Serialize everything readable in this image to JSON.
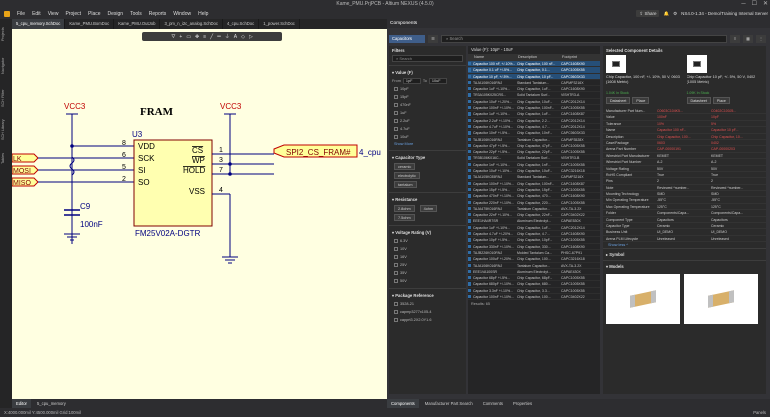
{
  "window": {
    "title": "Kame_PMU.PrjPCB - Altium NEXUS (4.5.0)",
    "minimize": "─",
    "maximize": "☐",
    "close": "✕"
  },
  "menu": {
    "items": [
      "File",
      "Edit",
      "View",
      "Project",
      "Place",
      "Design",
      "Tools",
      "Reports",
      "Window",
      "Help"
    ],
    "share": "Share",
    "user": "NS4.0-1.34 - Demo/Training Internal Server"
  },
  "doc_tabs": [
    "5_cpu_memory.SchDoc",
    "Kame_PMU.BomDoc",
    "Kame_PMU.OutJob",
    "3_pm_n_i2c_analog.SchDoc",
    "4_cpu.SchDoc",
    "1_power.SchDoc"
  ],
  "left_tabs": [
    "Projects",
    "Navigator",
    "SCH Filter",
    "SCH Library",
    "Tables"
  ],
  "schematic": {
    "refdes": "U3",
    "part_title": "FRAM",
    "part_number": "FM25V02A-DGTR",
    "pins_left": [
      {
        "num": "8",
        "name": "VDD"
      },
      {
        "num": "6",
        "name": "SCK"
      },
      {
        "num": "5",
        "name": "SI"
      },
      {
        "num": "2",
        "name": "SO"
      }
    ],
    "pins_right": [
      {
        "num": "1",
        "name": "CS"
      },
      {
        "num": "3",
        "name": "WP"
      },
      {
        "num": "7",
        "name": "HOLD"
      },
      {
        "num": "4",
        "name": "VSS"
      }
    ],
    "vcc_left": "VCC3",
    "vcc_right": "VCC3",
    "net_port": "SPI2_CS_FRAM#",
    "net_port_tail": "4_cpu",
    "left_nets": [
      "LK",
      "MOSI",
      "MISO"
    ],
    "cap_ref": "C9",
    "cap_value": "100nF"
  },
  "editor_tabs": [
    "Editor",
    "5_cpu_memory"
  ],
  "status": {
    "coords": "X:4000.000mil Y:4500.000mil   Grid:100mil",
    "panels": "Panels"
  },
  "components": {
    "panel_title": "Components",
    "library": "Capacitors",
    "search_placeholder": "Search",
    "filters": {
      "title": "Filters",
      "search_placeholder": "Search",
      "value_header": "Value (F)",
      "from_label": "From",
      "from": "1pF",
      "to_label": "To",
      "to": "10uF",
      "values": [
        "10pF",
        "15pF",
        "470nF",
        "1uF",
        "2.2uF",
        "4.7uF",
        "10uF"
      ],
      "show_more": "Show More",
      "cap_type_header": "Capacitor Type",
      "cap_types": [
        "ceramic",
        "electrolytic",
        "tantalum"
      ],
      "resistance_header": "Resistance",
      "resistances": [
        "2.8ohm",
        "4ohm",
        "7.5ohm"
      ],
      "voltage_header": "Voltage Rating (V)",
      "voltages": [
        "6.3V",
        "10V",
        "16V",
        "25V",
        "35V",
        "50V"
      ],
      "package_header": "Package Reference",
      "packages": [
        "3528-21",
        "capmp3277x105-4",
        "capprt3.2X2.0Y1.6"
      ]
    },
    "results": {
      "header": "Value (F): 10pF - 10uF",
      "columns": [
        "Name",
        "Description",
        "Footprint"
      ],
      "rows": [
        [
          "Capacitor 100 nF, +/-10%...",
          "Chip Capacitor, 100 nF...",
          "CAPC1608X90"
        ],
        [
          "Capacitor 0.1 uF +/-5%...",
          "Chip Capacitor, 0.1...",
          "CAPC1005X55"
        ],
        [
          "Capacitor 10 pF, +/-5%...",
          "Chip Capacitor, 10 pF...",
          "CAPC0603X33"
        ],
        [
          "TAJA106K016RNJ",
          "Standard Tantalum...",
          "CAPMP3216X"
        ],
        [
          "Capacitor 1uF +/-10%...",
          "Chip Capacitor, 1uF...",
          "CAPC1608X90"
        ],
        [
          "TR3A105K025CRS...",
          "Solid Tantalum Surf...",
          "VISHTR3-A"
        ],
        [
          "Capacitor 10uF +/-20%...",
          "Chip Capacitor, 10uF...",
          "CAPC2012X14"
        ],
        [
          "Capacitor 100nF +/-10%...",
          "Chip Capacitor, 100nF...",
          "CAPC1005X55"
        ],
        [
          "Capacitor 1uF +/-10%...",
          "Chip Capacitor, 1uF...",
          "CAPC1608X87"
        ],
        [
          "Capacitor 2.2uF +/-10%...",
          "Chip Capacitor, 2.2...",
          "CAPC2012X14"
        ],
        [
          "Capacitor 4.7uF +/-10%...",
          "Chip Capacitor, 4.7...",
          "CAPC2012X14"
        ],
        [
          "Capacitor 10nF +/-5%...",
          "Chip Capacitor, 10nF...",
          "CAPC0603X33"
        ],
        [
          "TAJB106K016RNJ",
          "Tantalum Capacitor...",
          "CAPMP3528X"
        ],
        [
          "Capacitor 47pF +/-5%...",
          "Chip Capacitor, 47pF...",
          "CAPC1005X55"
        ],
        [
          "Capacitor 22pF +/-5%...",
          "Chip Capacitor, 22pF...",
          "CAPC1005X55"
        ],
        [
          "TR3B106K016C...",
          "Solid Tantalum Surf...",
          "VISHTR3-B"
        ],
        [
          "Capacitor 1nF +/-10%...",
          "Chip Capacitor, 1nF...",
          "CAPC1005X55"
        ],
        [
          "Capacitor 10uF +/-10%...",
          "Chip Capacitor, 10uF...",
          "CAPC3216X18"
        ],
        [
          "TAJA105K035RNJ",
          "Standard Tantalum...",
          "CAPMP3216X"
        ],
        [
          "Capacitor 100nF +/-10%...",
          "Chip Capacitor, 100nF...",
          "CAPC1608X87"
        ],
        [
          "Capacitor 15pF +/-5%...",
          "Chip Capacitor, 15pF...",
          "CAPC1005X55"
        ],
        [
          "Capacitor 470nF +/-10%...",
          "Chip Capacitor, 470...",
          "CAPC1608X90"
        ],
        [
          "Capacitor 220nF +/-10%...",
          "Chip Capacitor, 220...",
          "CAPC1005X55"
        ],
        [
          "TAJA475K016RNJ",
          "Tantalum Capacitor...",
          "AVX-TA-3.2X"
        ],
        [
          "Capacitor 22nF +/-10%...",
          "Chip Capacitor, 22nF...",
          "CAPC0402X22"
        ],
        [
          "EEE1HA4R7SR",
          "Aluminum Electrolyt...",
          "CAPAE530X"
        ],
        [
          "Capacitor 1uF +/-10%...",
          "Chip Capacitor, 1uF...",
          "CAPC2012X14"
        ],
        [
          "Capacitor 4.7uF +/-20%...",
          "Chip Capacitor, 4.7...",
          "CAPC1608X90"
        ],
        [
          "Capacitor 10pF +/-5%...",
          "Chip Capacitor, 10pF...",
          "CAPC1005X55"
        ],
        [
          "Capacitor 330nF +/-10%...",
          "Chip Capacitor, 330...",
          "CAPC1608X90"
        ],
        [
          "TAJB226K010RNJ",
          "Molded Tantalum Ca...",
          "PHSC-67P91"
        ],
        [
          "Capacitor 100uF +/-20%...",
          "Chip Capacitor, 100...",
          "CAPC3216X18"
        ],
        [
          "TAJA106K016RNJ",
          "Tantalum Capacitor...",
          "AVX-TA-3.2X"
        ],
        [
          "EEE1VA100SR",
          "Aluminum Electrolyt...",
          "CAPAE430X"
        ],
        [
          "Capacitor 68pF +/-5%...",
          "Chip Capacitor, 68pF...",
          "CAPC1005X55"
        ],
        [
          "Capacitor 680pF +/-10%...",
          "Chip Capacitor, 680...",
          "CAPC1005X55"
        ],
        [
          "Capacitor 3.3nF +/-10%...",
          "Chip Capacitor, 3.3...",
          "CAPC1005X55"
        ],
        [
          "Capacitor 100nF +/-10%...",
          "Chip Capacitor, 100...",
          "CAPC0402X22"
        ]
      ],
      "count": "Results: 65"
    },
    "details": {
      "title": "Selected Component Details",
      "cards": [
        {
          "name": "Chip Capacitor, 100 nF, +/- 10%, 50 V, 0603 (1608 Metric)",
          "stock": "1.04K In Stock",
          "btn1": "Datasheet",
          "btn2": "Place"
        },
        {
          "name": "Chip Capacitor 10 pF, +/- 5%, 50 V, 0402 (1005 Metric)",
          "stock": "1.09K In Stock",
          "btn1": "Datasheet",
          "btn2": "Place"
        }
      ],
      "params": [
        [
          "Manufacturer Part Num...",
          "C0603C104K5...",
          "C0402C100J5..."
        ],
        [
          "Value",
          "100nF",
          "10pF"
        ],
        [
          "Tolerance",
          "10%",
          "5%"
        ],
        [
          "Name",
          "Capacitor 100 nF...",
          "Capacitor 10 pF..."
        ],
        [
          "Description",
          "Chip Capacitor, 100...",
          "Chip Capacitor, 10..."
        ],
        [
          "Case/Package",
          "0603",
          "0402"
        ],
        [
          "Arena Part Number",
          "CAP-00000191",
          "CAP-00000203"
        ],
        [
          "Wirestrict Part Manufacturer",
          "KEMET",
          "KEMET"
        ],
        [
          "Wirestrict Part Number",
          "A-2",
          "A-2"
        ],
        [
          "Voltage Rating",
          "50V",
          "50V"
        ],
        [
          "RoHS Compliant",
          "True",
          "True"
        ],
        [
          "Pins",
          "2",
          "2"
        ],
        [
          "Note",
          "Reviewed *number...",
          "Reviewed *number..."
        ],
        [
          "Mounting Technology",
          "SMD",
          "SMD"
        ],
        [
          "Min Operating Temperature",
          "-55°C",
          "-55°C"
        ],
        [
          "Max Operating Temperature",
          "125°C",
          "125°C"
        ],
        [
          "Folder",
          "Components\\Capa...",
          "Components\\Capa..."
        ],
        [
          "Component Type",
          "Capacitors",
          "Capacitors"
        ],
        [
          "Capacitor Type",
          "Ceramic",
          "Ceramic"
        ],
        [
          "Business Unit",
          "UI_DEMO",
          "UI_DEMO"
        ],
        [
          "Arena PLM Lifecycle",
          "Unreleased",
          "Unreleased"
        ]
      ],
      "show_less": "Show less ^",
      "symbol_header": "Symbol",
      "models_header": "Models"
    }
  },
  "bottom_tabs": [
    "Components",
    "Manufacturer Part Search",
    "Comments",
    "Properties"
  ]
}
